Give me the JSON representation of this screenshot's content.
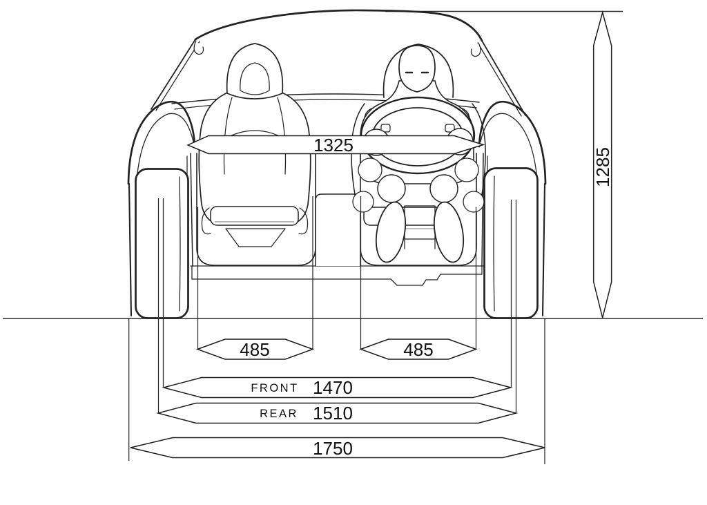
{
  "colors": {
    "line": "#222222",
    "background": "#ffffff",
    "seam_grey": "#9a9a9a"
  },
  "diagram": {
    "subject": "vehicle-front-view-with-driver",
    "dimensions": {
      "cockpit_width": {
        "value": "1325"
      },
      "overall_height": {
        "value": "1285"
      },
      "seat_width_left": {
        "value": "485"
      },
      "seat_width_right": {
        "value": "485"
      },
      "front_track": {
        "label": "FRONT",
        "value": "1470"
      },
      "rear_track": {
        "label": "REAR",
        "value": "1510"
      },
      "overall_width": {
        "value": "1750"
      }
    }
  }
}
